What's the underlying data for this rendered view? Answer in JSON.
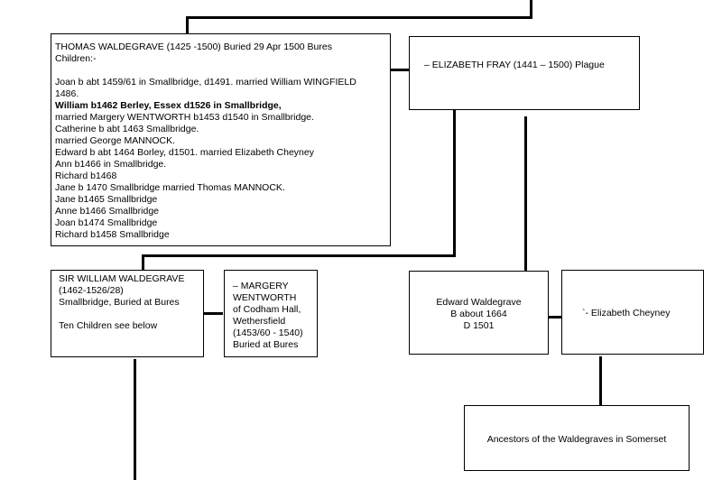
{
  "thomas": {
    "header": "THOMAS WALDEGRAVE (1425 -1500) Buried 29 Apr 1500 Bures",
    "children_label": "Children:-",
    "lines": [
      {
        "text": "Joan b abt 1459/61 in Smallbridge, d1491. married William WINGFIELD",
        "bold": false
      },
      {
        "text": "1486.",
        "bold": false
      },
      {
        "text": "William b1462 Berley, Essex d1526 in Smallbridge,",
        "bold": true
      },
      {
        "text": "married Margery WENTWORTH b1453 d1540 in Smallbridge.",
        "bold": false
      },
      {
        "text": "Catherine b abt 1463 Smallbridge.",
        "bold": false
      },
      {
        "text": "married George MANNOCK.",
        "bold": false
      },
      {
        "text": "Edward b abt 1464 Borley, d1501. married Elizabeth Cheyney",
        "bold": false
      },
      {
        "text": "Ann b1466 in Smallbridge.",
        "bold": false
      },
      {
        "text": "Richard b1468",
        "bold": false
      },
      {
        "text": "Jane b 1470 Smallbridge married Thomas MANNOCK.",
        "bold": false
      },
      {
        "text": "Jane b1465 Smallbridge",
        "bold": false
      },
      {
        "text": "Anne b1466 Smallbridge",
        "bold": false
      },
      {
        "text": "Joan b1474 Smallbridge",
        "bold": false
      },
      {
        "text": "Richard b1458 Smallbridge",
        "bold": false
      }
    ]
  },
  "elizabeth_fray": {
    "text": "– ELIZABETH FRAY (1441 – 1500) Plague"
  },
  "sir_william": {
    "lines": [
      "SIR WILLIAM WALDEGRAVE",
      "(1462-1526/28)",
      "Smallbridge, Buried at Bures",
      "",
      "Ten Children see below"
    ]
  },
  "margery": {
    "lines": [
      "– MARGERY",
      "WENTWORTH",
      "of Codham Hall,",
      "Wethersfield",
      "(1453/60 - 1540)",
      "Buried at Bures"
    ]
  },
  "edward": {
    "lines": [
      "Edward Waldegrave",
      "B about 1664",
      "D 1501"
    ]
  },
  "cheyney": {
    "text": "`- Elizabeth Cheyney"
  },
  "ancestors": {
    "text": "Ancestors of the Waldegraves in Somerset"
  }
}
